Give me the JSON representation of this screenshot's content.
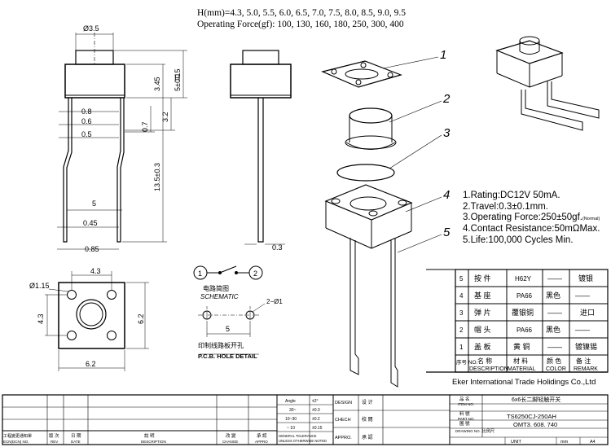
{
  "header": {
    "h_line": "H(mm)=4.3, 5.0, 5.5, 6.0, 6.5, 7.0, 7.5, 8.0, 8.5, 9.0, 9.5",
    "force_line": "Operating Force(gf): 100, 130, 160, 180, 250, 300, 400"
  },
  "front_view": {
    "dia": "Ø3.5",
    "h_label": "H",
    "d345": "3.45",
    "d5": "5±0.15",
    "d08": "0.8",
    "d06": "0.6",
    "d05": "0.5",
    "d07": "0.7",
    "d32": "3.2",
    "d135": "13.5±0.3",
    "d5w": "5",
    "d045": "0.45",
    "d085": "0.85"
  },
  "side_view": {
    "d03": "0.3"
  },
  "top_view": {
    "d43": "4.3",
    "d115": "Ø1.15",
    "d43v": "4.3",
    "d62v": "6.2",
    "d62h": "6.2"
  },
  "schematic": {
    "p1": "1",
    "p2": "2",
    "cn": "电路简图",
    "en": "SCHEMATIC",
    "hole": "2−Ø1",
    "span": "5",
    "pcb_cn": "印制线路板开孔",
    "pcb_en": "P.C.B. HOLE DETAIL"
  },
  "callouts": [
    "1",
    "2",
    "3",
    "4",
    "5"
  ],
  "specs": {
    "l1": "1.Rating:DC12V 50mA.",
    "l2": "2.Travel:0.3±0.1mm.",
    "l3": "3.Operating Force:250±50gf.",
    "l3_note": "(Normal)",
    "l4": "4.Contact Resistance:50mΩMax.",
    "l5": "5.Life:100,000 Cycles Min."
  },
  "bom": {
    "rows": [
      {
        "no": "5",
        "name": "按  件",
        "mat": "H62Y",
        "color": "——",
        "remark": "镀银"
      },
      {
        "no": "4",
        "name": "基  座",
        "mat": "PA66",
        "color": "黑色",
        "remark": "——"
      },
      {
        "no": "3",
        "name": "弹  片",
        "mat": "覆银铜",
        "color": "——",
        "remark": "进口"
      },
      {
        "no": "2",
        "name": "帽  头",
        "mat": "PA66",
        "color": "黑色",
        "remark": "——"
      },
      {
        "no": "1",
        "name": "盖  板",
        "mat": "黄  铜",
        "color": "——",
        "remark": "镀镍锡"
      }
    ],
    "h_no": "序号 NO.",
    "h_desc_cn": "名  称",
    "h_desc_en": "DESCRIPTION",
    "h_mat_cn": "材  料",
    "h_mat_en": "MATERIAL",
    "h_color_cn": "颜 色",
    "h_color_en": "COLOR",
    "h_remark_cn": "备  注",
    "h_remark_en": "REMARK"
  },
  "company": "Eker International Trade Holidings Co.,Ltd",
  "title_block": {
    "angle": "Angle",
    "tol_pm2": "±2°",
    "r1": "30~",
    "t1": "±0.3",
    "r2": "10~30",
    "t2": "±0.2",
    "r3": "~ 10",
    "t3": "±0.15",
    "general": "GENERAL TOLERANCE",
    "unless": "UNLESS OTHERWISE NOTED",
    "design": "DESIGN",
    "design_cn": "设 计",
    "check": "CHECH",
    "check_cn": "校 閱",
    "appro": "APPRO.",
    "appro_cn": "承 認",
    "item_cn": "品  名",
    "item_en": "ITEM NO.",
    "item_val": "6x6长二脚轻触开关",
    "part_cn": "料  號",
    "part_en": "PART NO.",
    "part_val": "TS6250CJ-250AH",
    "draw_cn": "圖  號",
    "draw_en": "DRAWING NO.",
    "draw_val": "OMT3. 608. 740",
    "unit": "UNIT",
    "unit_val": "mm",
    "size": "A4",
    "rev_cn": "版 次",
    "rev_en": "REV",
    "ecn_cn": "工程變更通知單",
    "ecn_en": "ECN(DCN) NO.",
    "date_cn": "日 期",
    "date_en": "DATE",
    "desc_cn": "說  明",
    "desc_en": "DESCRIPTION",
    "change_cn": "改 變",
    "change_en": "CHANGE",
    "approve_cn": "承 認",
    "approve_en": "APPRO",
    "scale_cn": "比例尺"
  }
}
